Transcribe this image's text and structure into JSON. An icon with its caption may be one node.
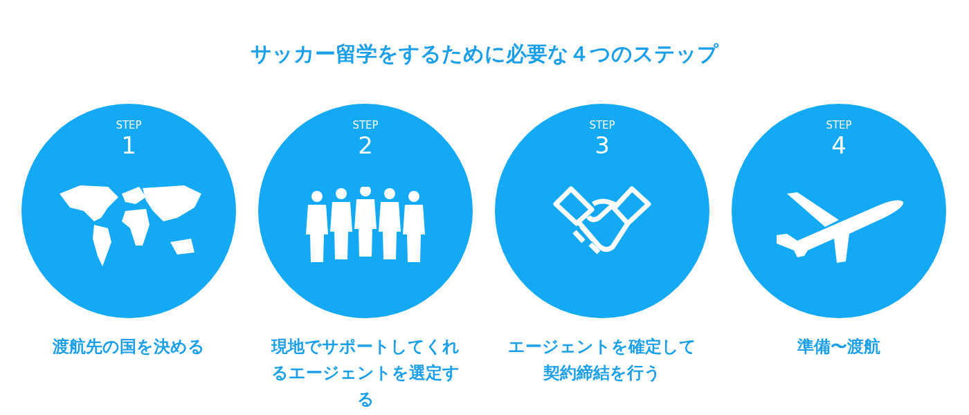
{
  "diagram": {
    "title": "サッカー留学をするために必要な４つのステップ",
    "nodes": [
      {
        "text": [
          "STEP",
          "1"
        ],
        "beside": [
          "渡航先の国を決める"
        ]
      },
      {
        "text": [
          "STEP",
          "2"
        ],
        "beside": [
          "現地でサポートしてくれるエージェントを選定する"
        ]
      },
      {
        "text": [
          "STEP",
          "3"
        ],
        "beside": [
          "エージェントを確定して契約締結を行う"
        ]
      },
      {
        "text": [
          "STEP",
          "4"
        ],
        "beside": [
          "準備〜渡航"
        ]
      }
    ]
  }
}
